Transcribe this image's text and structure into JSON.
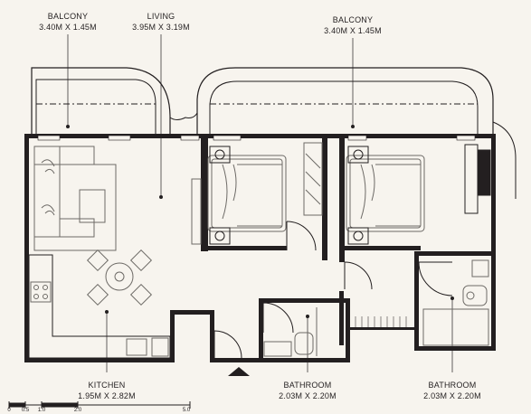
{
  "rooms": {
    "balcony_left": {
      "name": "BALCONY",
      "size": "3.40M X 1.45M"
    },
    "living": {
      "name": "LIVING",
      "size": "3.95M X 3.19M"
    },
    "balcony_right": {
      "name": "BALCONY",
      "size": "3.40M X 1.45M"
    },
    "kitchen": {
      "name": "KITCHEN",
      "size": "1.95M X 2.82M"
    },
    "bathroom_1": {
      "name": "BATHROOM",
      "size": "2.03M X 2.20M"
    },
    "bathroom_2": {
      "name": "BATHROOM",
      "size": "2.03M X 2.20M"
    }
  },
  "scale_bar": {
    "marks": [
      "0",
      "0.5",
      "1.0",
      "2.0",
      "5.0"
    ],
    "unit_values_m": [
      0,
      0.5,
      1.0,
      2.0,
      5.0
    ]
  },
  "colors": {
    "wall": "#231f20",
    "background": "#f7f4ee",
    "furniture": "#6d6a66"
  }
}
